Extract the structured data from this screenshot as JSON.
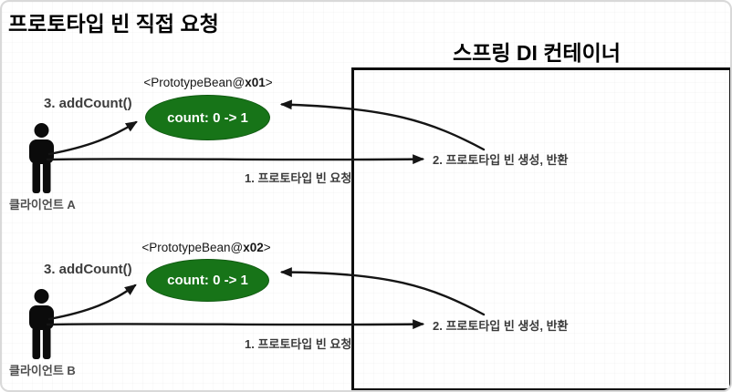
{
  "title": "프로토타입 빈 직접 요청",
  "container": {
    "label": "스프링 DI 컨테이너"
  },
  "colors": {
    "bean_green": "#177418",
    "arrow": "#151515"
  },
  "sections": [
    {
      "bean_prefix": "<PrototypeBean@",
      "bean_id": "x01",
      "bean_suffix": ">",
      "count": "count: 0 -> 1",
      "add_count": "3. addCount()",
      "request": "1. 프로토타입 빈 요청",
      "creation_return": "2. 프로토타입 빈 생성, 반환",
      "client": "클라이언트 A"
    },
    {
      "bean_prefix": "<PrototypeBean@",
      "bean_id": "x02",
      "bean_suffix": ">",
      "count": "count: 0 -> 1",
      "add_count": "3. addCount()",
      "request": "1. 프로토타입 빈 요청",
      "creation_return": "2. 프로토타입 빈 생성, 반환",
      "client": "클라이언트 B"
    }
  ]
}
